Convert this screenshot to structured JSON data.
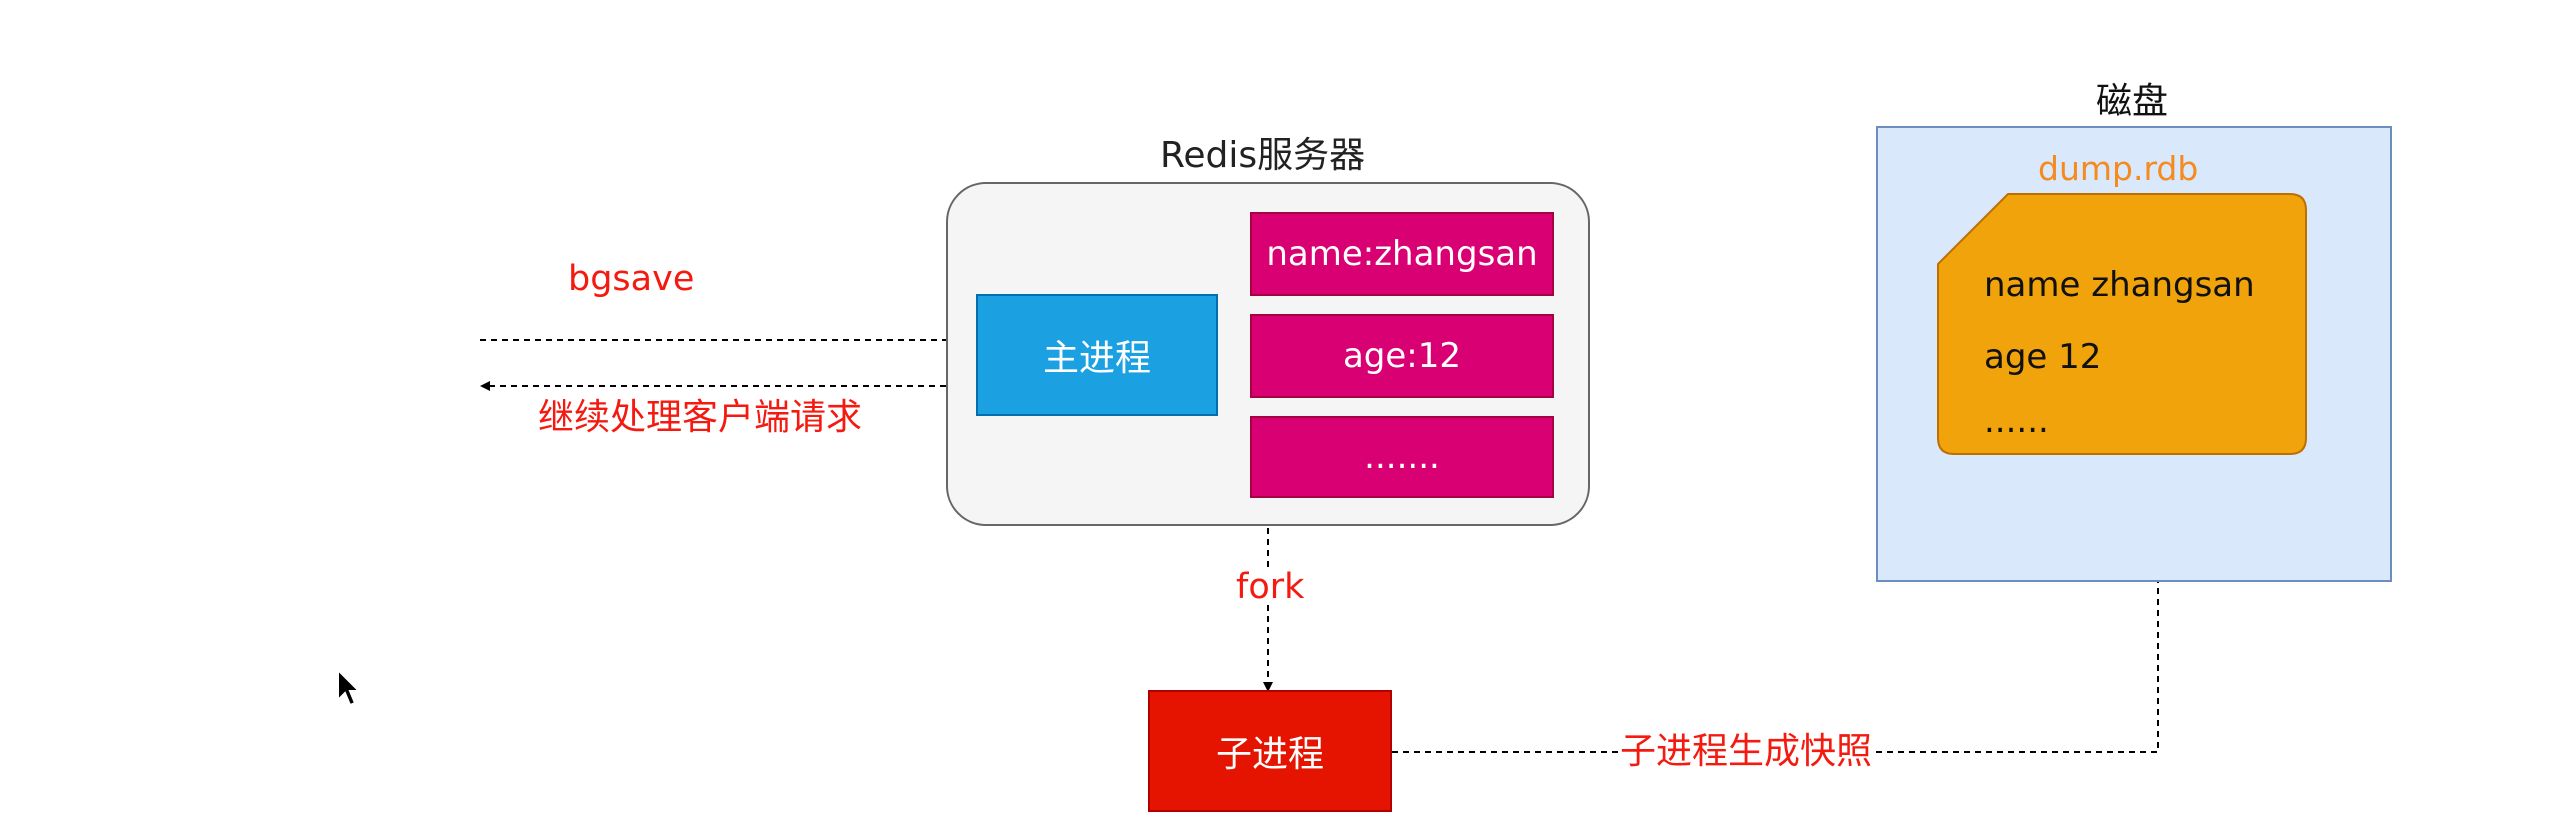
{
  "server": {
    "title": "Redis服务器",
    "main_process": "主进程",
    "data_items": [
      "name:zhangsan",
      "age:12",
      "......."
    ]
  },
  "client": {
    "request": "bgsave",
    "response": "继续处理客户端请求"
  },
  "fork_label": "fork",
  "child_process": "子进程",
  "snapshot_label": "子进程生成快照",
  "disk": {
    "title": "磁盘",
    "file_name": "dump.rdb",
    "file_lines": [
      "name zhangsan",
      "age 12",
      "......"
    ]
  },
  "colors": {
    "server_bg": "#f5f5f5",
    "main_process": "#1ba1e2",
    "data_item": "#d80073",
    "child_process": "#e51400",
    "disk_bg": "#dae8fc",
    "file": "#f0a30a",
    "label_red": "#f41a10",
    "file_name": "#f58a1f"
  }
}
